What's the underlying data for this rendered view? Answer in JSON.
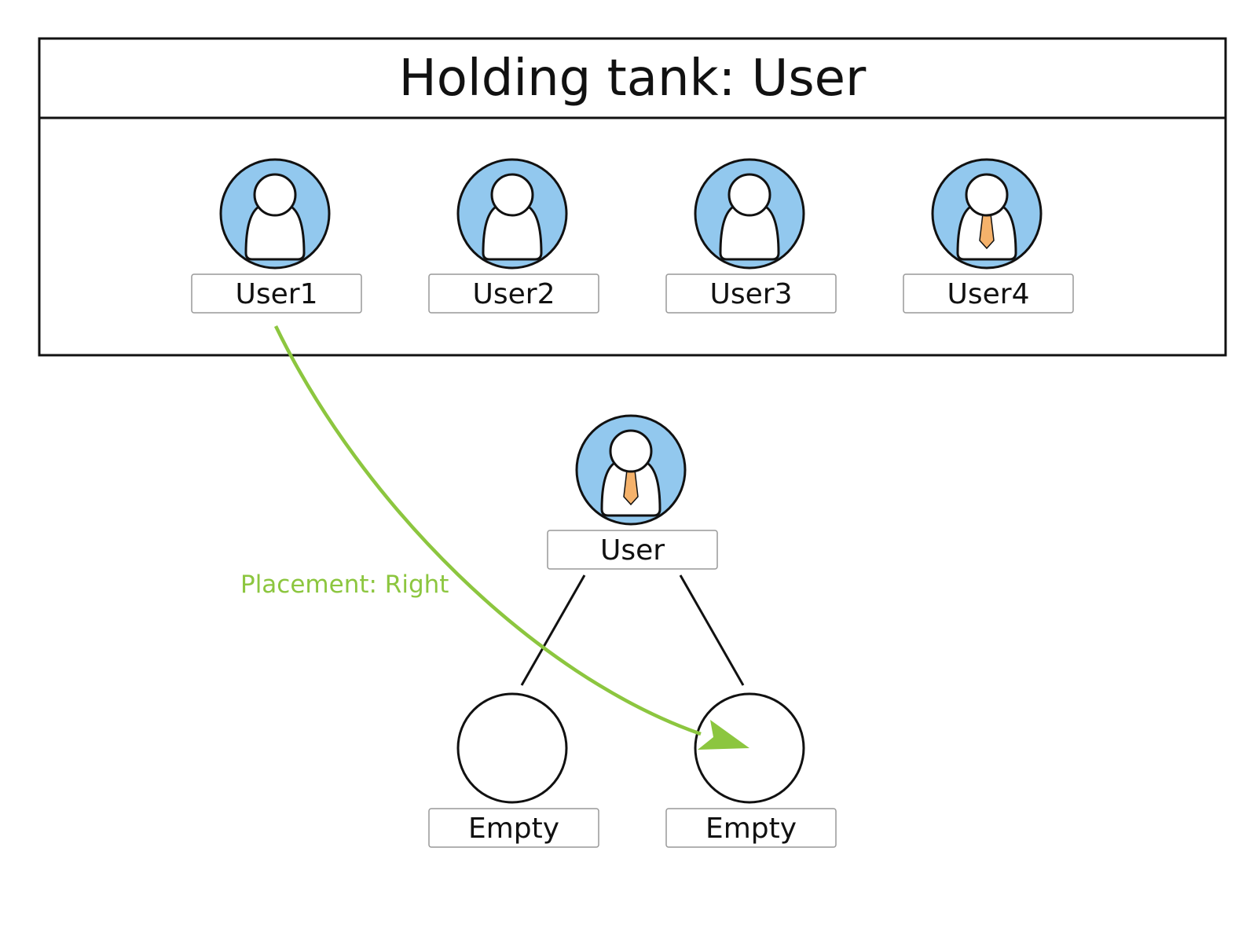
{
  "holding_tank": {
    "title": "Holding tank: User",
    "users": [
      {
        "label": "User1",
        "has_tie": false
      },
      {
        "label": "User2",
        "has_tie": false
      },
      {
        "label": "User3",
        "has_tie": false
      },
      {
        "label": "User4",
        "has_tie": true
      }
    ]
  },
  "tree": {
    "root": {
      "label": "User",
      "has_tie": true
    },
    "left_child": {
      "label": "Empty"
    },
    "right_child": {
      "label": "Empty"
    }
  },
  "placement": {
    "label": "Placement: Right"
  },
  "colors": {
    "avatar_fill": "#92c8ee",
    "tie_fill": "#f5b26b",
    "arrow": "#8cc63f",
    "stroke": "#111111",
    "label_border": "#999999"
  },
  "icons": {
    "user_avatar": "user-avatar-icon",
    "tie": "necktie-icon"
  }
}
